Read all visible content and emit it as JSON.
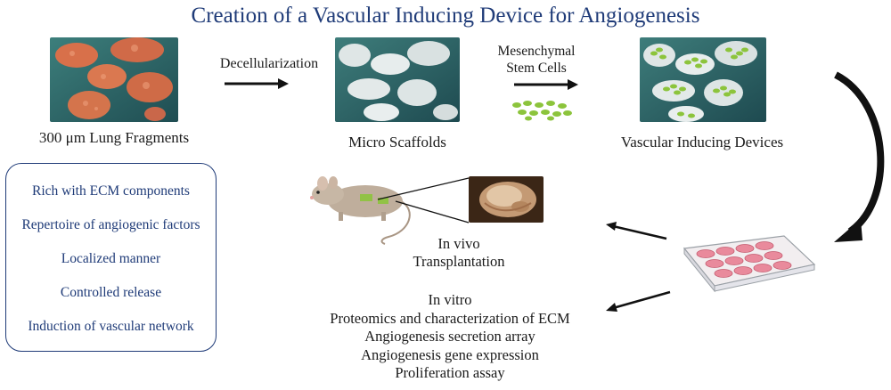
{
  "title": "Creation of a Vascular Inducing Device for Angiogenesis",
  "steps": [
    {
      "caption": "300 μm Lung Fragments"
    },
    {
      "caption": "Micro Scaffolds"
    },
    {
      "caption": "Vascular Inducing Devices"
    }
  ],
  "arrow_labels": {
    "decellularization": "Decellularization",
    "msc_line1": "Mesenchymal",
    "msc_line2": "Stem Cells"
  },
  "features": [
    "Rich with ECM components",
    "Repertoire of angiogenic factors",
    "Localized manner",
    "Controlled release",
    "Induction of vascular network"
  ],
  "in_vivo": {
    "line1": "In vivo",
    "line2": "Transplantation"
  },
  "in_vitro": [
    "In vitro",
    "Proteomics and characterization of ECM",
    "Angiogenesis secretion array",
    "Angiogenesis gene expression",
    "Proliferation assay"
  ],
  "colors": {
    "title": "#1f3b78",
    "panel_border": "#1f3b78",
    "tissue": "#d8704a",
    "scaffold": "#dfe6e6",
    "cells": "#8cc43c",
    "background_water": "#2f6f72"
  }
}
